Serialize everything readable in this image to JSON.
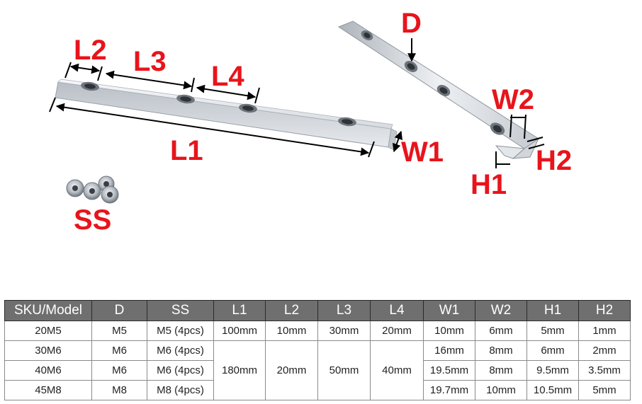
{
  "diagram": {
    "labels": {
      "d": "D",
      "l1": "L1",
      "l2": "L2",
      "l3": "L3",
      "l4": "L4",
      "w1": "W1",
      "w2": "W2",
      "h1": "H1",
      "h2": "H2",
      "ss": "SS"
    },
    "colors": {
      "label": "#e8141b",
      "metal_light": "#eef0f3",
      "metal_mid": "#c9ced4",
      "metal_dark": "#8d949c",
      "header_bg": "#6f6f6f"
    }
  },
  "table": {
    "headers": [
      "SKU/Model",
      "D",
      "SS",
      "L1",
      "L2",
      "L3",
      "L4",
      "W1",
      "W2",
      "H1",
      "H2"
    ],
    "rows": [
      {
        "sku": "20M5",
        "d": "M5",
        "ss": "M5 (4pcs)",
        "l1": "100mm",
        "l2": "10mm",
        "l3": "30mm",
        "l4": "20mm",
        "w1": "10mm",
        "w2": "6mm",
        "h1": "5mm",
        "h2": "1mm"
      },
      {
        "sku": "30M6",
        "d": "M6",
        "ss": "M6 (4pcs)",
        "w1": "16mm",
        "w2": "8mm",
        "h1": "6mm",
        "h2": "2mm"
      },
      {
        "sku": "40M6",
        "d": "M6",
        "ss": "M6 (4pcs)",
        "w1": "19.5mm",
        "w2": "8mm",
        "h1": "9.5mm",
        "h2": "3.5mm"
      },
      {
        "sku": "45M8",
        "d": "M8",
        "ss": "M8 (4pcs)",
        "w1": "19.7mm",
        "w2": "10mm",
        "h1": "10.5mm",
        "h2": "5mm"
      }
    ],
    "merged": {
      "l1": "180mm",
      "l2": "20mm",
      "l3": "50mm",
      "l4": "40mm"
    }
  }
}
